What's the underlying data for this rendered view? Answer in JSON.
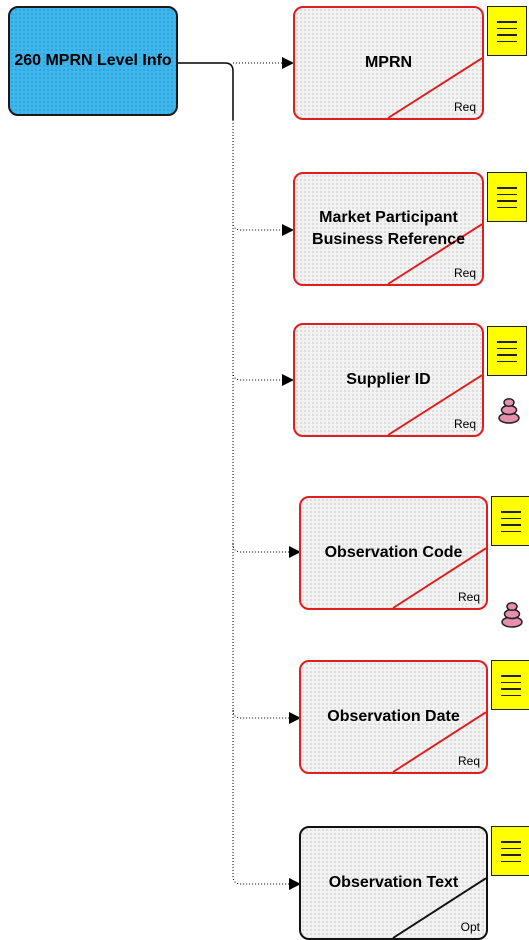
{
  "diagram": {
    "root": {
      "label": "260 MPRN Level Info"
    },
    "children": [
      {
        "label": "MPRN",
        "cardinality": "Req",
        "kind": "required"
      },
      {
        "label": "Market Participant Business Reference",
        "cardinality": "Req",
        "kind": "required"
      },
      {
        "label": "Supplier ID",
        "cardinality": "Req",
        "kind": "required"
      },
      {
        "label": "Observation Code",
        "cardinality": "Req",
        "kind": "required"
      },
      {
        "label": "Observation Date",
        "cardinality": "Req",
        "kind": "required"
      },
      {
        "label": "Observation Text",
        "cardinality": "Opt",
        "kind": "optional"
      }
    ],
    "colors": {
      "root_fill": "#3fb6ec",
      "required_border": "#e01e1e",
      "optional_border": "#111111",
      "note_fill": "#ffff00",
      "stack_icon_fill": "#e88fb0"
    },
    "icons": [
      "note-icon",
      "stack-icon"
    ]
  }
}
